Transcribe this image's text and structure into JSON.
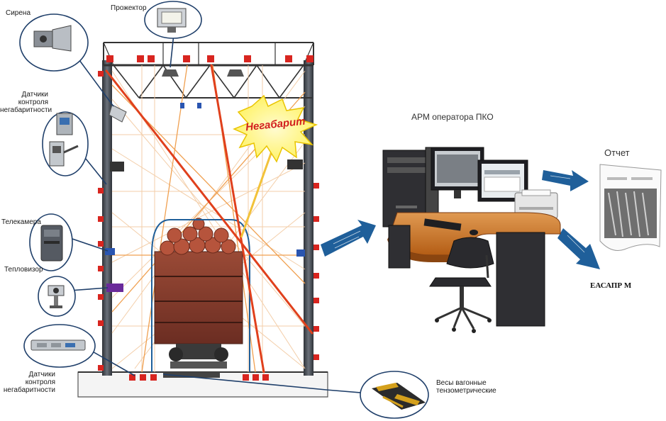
{
  "labels": {
    "siren": "Сирена",
    "projector": "Прожектор",
    "sensors_top": "Датчики\nконтроля\nнегабаритности",
    "telecamera": "Телекамера",
    "thermal": "Тепловизор",
    "sensors_bottom": "Датчики\nконтроля\nнегабаритности",
    "scales": "Весы вагонные\nтензометрические",
    "oversize": "Негабарит",
    "operator_station": "АРМ оператора ПКО",
    "report": "Отчет",
    "eas": "ЕАСАПР М"
  },
  "colors": {
    "frame": "#4a4f57",
    "frame_dark": "#2e3238",
    "beam_red": "#e0401c",
    "beam_orange": "#f2a54a",
    "beam_pale": "#f5d3a6",
    "burst": "#fff36b",
    "burst_stroke": "#e9c400",
    "arrow_blue": "#1f5f9a",
    "desk_orange": "#c86a1a",
    "desk_top": "#d88a3a",
    "cabinet": "#2f2f33",
    "wagon": "#8b3b2c",
    "logs": "#b6543c",
    "sensor_red": "#d8251f"
  },
  "icons": {
    "siren": "siren-icon",
    "projector": "floodlight-icon",
    "sensor": "sensor-icon",
    "camera": "camera-icon",
    "thermal": "thermal-camera-icon",
    "scales": "scales-icon",
    "computer": "computer-icon",
    "printer": "printer-icon",
    "chair": "chair-icon",
    "report": "report-document-icon"
  }
}
